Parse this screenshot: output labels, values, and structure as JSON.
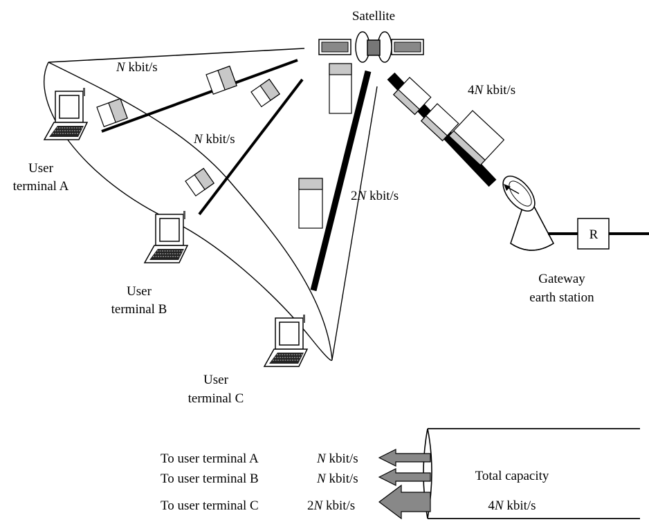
{
  "satellite": {
    "label": "Satellite"
  },
  "links": {
    "terminal_a": {
      "rate_symbol": "N",
      "rate_unit": " kbit/s"
    },
    "terminal_b": {
      "rate_symbol": "N",
      "rate_unit": " kbit/s"
    },
    "terminal_c": {
      "rate_prefix": "2",
      "rate_symbol": "N",
      "rate_unit": " kbit/s"
    },
    "gateway": {
      "rate_prefix": "4",
      "rate_symbol": "N",
      "rate_unit": " kbit/s"
    }
  },
  "terminals": [
    {
      "line1": "User",
      "line2": "terminal A"
    },
    {
      "line1": "User",
      "line2": "terminal B"
    },
    {
      "line1": "User",
      "line2": "terminal C"
    }
  ],
  "gateway": {
    "line1": "Gateway",
    "line2": "earth station",
    "router_label": "R"
  },
  "capacity": {
    "rows": [
      {
        "destination": "To user terminal A",
        "rate_prefix": "",
        "rate_symbol": "N",
        "rate_unit": " kbit/s"
      },
      {
        "destination": "To user terminal B",
        "rate_prefix": "",
        "rate_symbol": "N",
        "rate_unit": " kbit/s"
      },
      {
        "destination": "To user terminal C",
        "rate_prefix": "2",
        "rate_symbol": "N",
        "rate_unit": " kbit/s"
      }
    ],
    "total_label": "Total capacity",
    "total_prefix": "4",
    "total_symbol": "N",
    "total_unit": " kbit/s"
  }
}
